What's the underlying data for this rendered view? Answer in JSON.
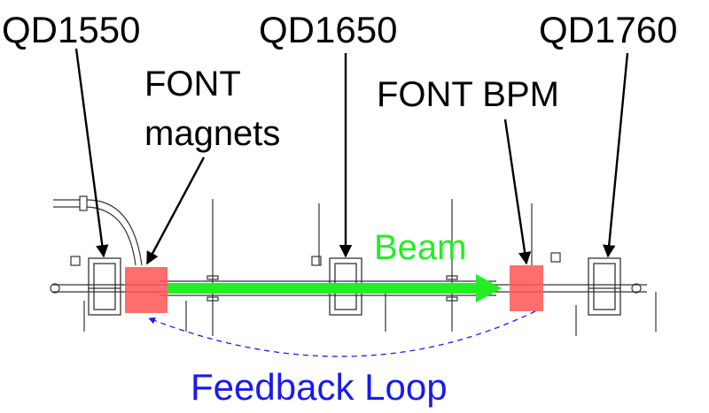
{
  "labels": {
    "qd1550": "QD1550",
    "qd1650": "QD1650",
    "qd1760": "QD1760",
    "font_magnets_line1": "FONT",
    "font_magnets_line2": "magnets",
    "font_bpm": "FONT BPM",
    "beam": "Beam",
    "feedback_loop": "Feedback Loop"
  },
  "colors": {
    "beam": "#22ee22",
    "feedback": "#1a1aee",
    "font_box": "#ff5555",
    "text": "#000000",
    "drawing": "#333333"
  },
  "icons": {
    "pointer_arrow": "arrowhead",
    "beam_arrow": "arrowhead",
    "feedback_arrow": "dashed-arrow"
  }
}
